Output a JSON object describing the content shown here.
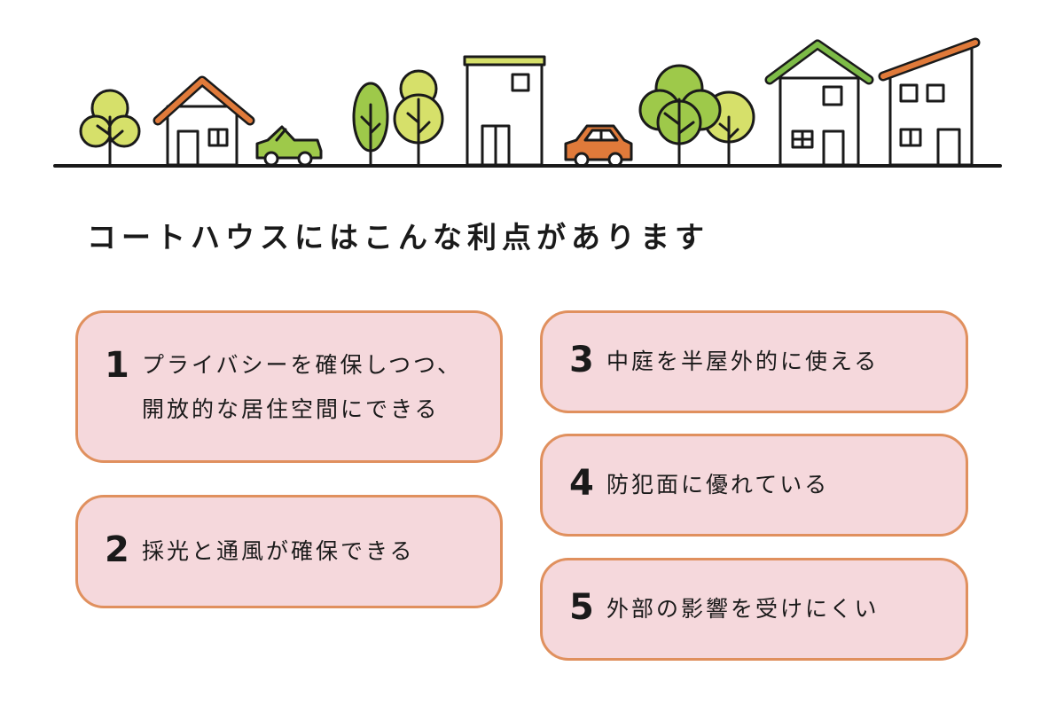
{
  "heading": "コートハウスにはこんな利点があります",
  "items": [
    {
      "number": "1",
      "lines": [
        "プライバシーを確保しつつ、",
        "開放的な居住空間にできる"
      ]
    },
    {
      "number": "2",
      "lines": [
        "採光と通風が確保できる"
      ]
    },
    {
      "number": "3",
      "lines": [
        "中庭を半屋外的に使える"
      ]
    },
    {
      "number": "4",
      "lines": [
        "防犯面に優れている"
      ]
    },
    {
      "number": "5",
      "lines": [
        "外部の影響を受けにくい"
      ]
    }
  ],
  "colors": {
    "card_fill": "#f5d8dc",
    "card_border": "#e0905e",
    "tree_yellow_green": "#d6e06a",
    "tree_green": "#9ec94a",
    "roof_orange": "#e07a3a",
    "roof_green": "#7dbb47",
    "car_orange": "#e07a3a",
    "car_green": "#9ec94a"
  },
  "illustration": {
    "icons": [
      "tree-icon",
      "house-icon",
      "car-icon",
      "building-icon"
    ]
  }
}
